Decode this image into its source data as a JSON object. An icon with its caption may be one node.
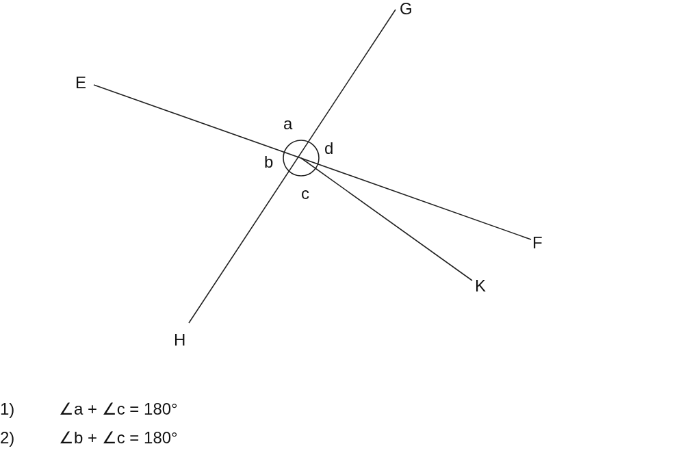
{
  "diagram": {
    "nodes": [
      {
        "text": [
          "E"
        ]
      },
      {
        "text": [
          "F"
        ]
      },
      {
        "text": [
          "G"
        ]
      },
      {
        "text": [
          "H"
        ]
      },
      {
        "text": [
          "K"
        ]
      }
    ],
    "edges": [
      {
        "from": 0,
        "to": 1,
        "arrow": "none"
      },
      {
        "from": 2,
        "to": 3,
        "arrow": "none"
      },
      {
        "from": null,
        "to": 4,
        "arrow": "none"
      }
    ],
    "labels": [
      "a",
      "b",
      "c",
      "d",
      "1)",
      "∠a + ∠c = 180°",
      "2)",
      "∠b + ∠c = 180°"
    ]
  }
}
